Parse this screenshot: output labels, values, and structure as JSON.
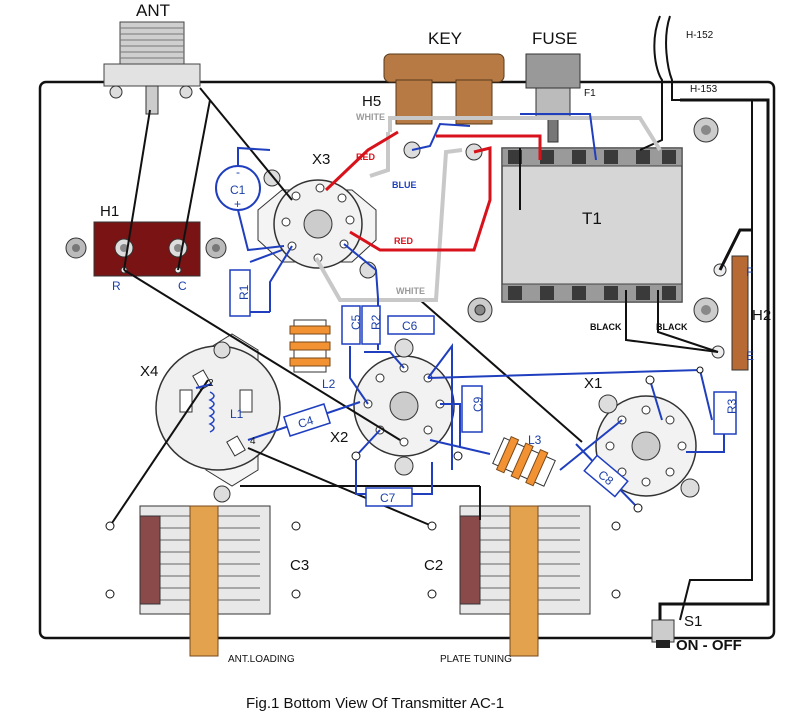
{
  "caption": "Fig.1 Bottom View Of Transmitter AC-1",
  "labels": {
    "ant": "ANT",
    "key": "KEY",
    "fuse": "FUSE",
    "f1": "F1",
    "h152": "H-152",
    "h153": "H-153",
    "h5": "H5",
    "h1": "H1",
    "h1_r": "R",
    "h1_c": "C",
    "x3": "X3",
    "x4": "X4",
    "x2": "X2",
    "x1": "X1",
    "t1": "T1",
    "h2": "H2",
    "h2_f": "F",
    "h2_e": "E",
    "c1": "C1",
    "c1_minus": "-",
    "c1_plus": "+",
    "r1": "R1",
    "c5": "C5",
    "r2": "R2",
    "c6": "C6",
    "c9": "C9",
    "r3": "R3",
    "l1": "L1",
    "l2": "L2",
    "l3": "L3",
    "c4": "C4",
    "c7": "C7",
    "c8": "C8",
    "c3": "C3",
    "c2": "C2",
    "s1": "S1",
    "on_off": "ON - OFF",
    "ant_loading": "ANT.LOADING",
    "plate_tuning": "PLATE TUNING",
    "x4_pin2": "2",
    "x4_pin4": "4"
  },
  "wire_labels": {
    "white_top": "WHITE",
    "red_top": "RED",
    "blue": "BLUE",
    "red_mid": "RED",
    "white_low": "WHITE",
    "black_left": "BLACK",
    "black_right": "BLACK"
  },
  "colors": {
    "blue_wire": "#1f3fbf",
    "red_wire": "#d8121b",
    "white_wire": "#c8c8c8",
    "black_wire": "#111111",
    "h1_strip": "#7a1414",
    "key_body": "#b77a45",
    "coil_orange": "#f29233",
    "transformer": "#d9d9d9"
  }
}
